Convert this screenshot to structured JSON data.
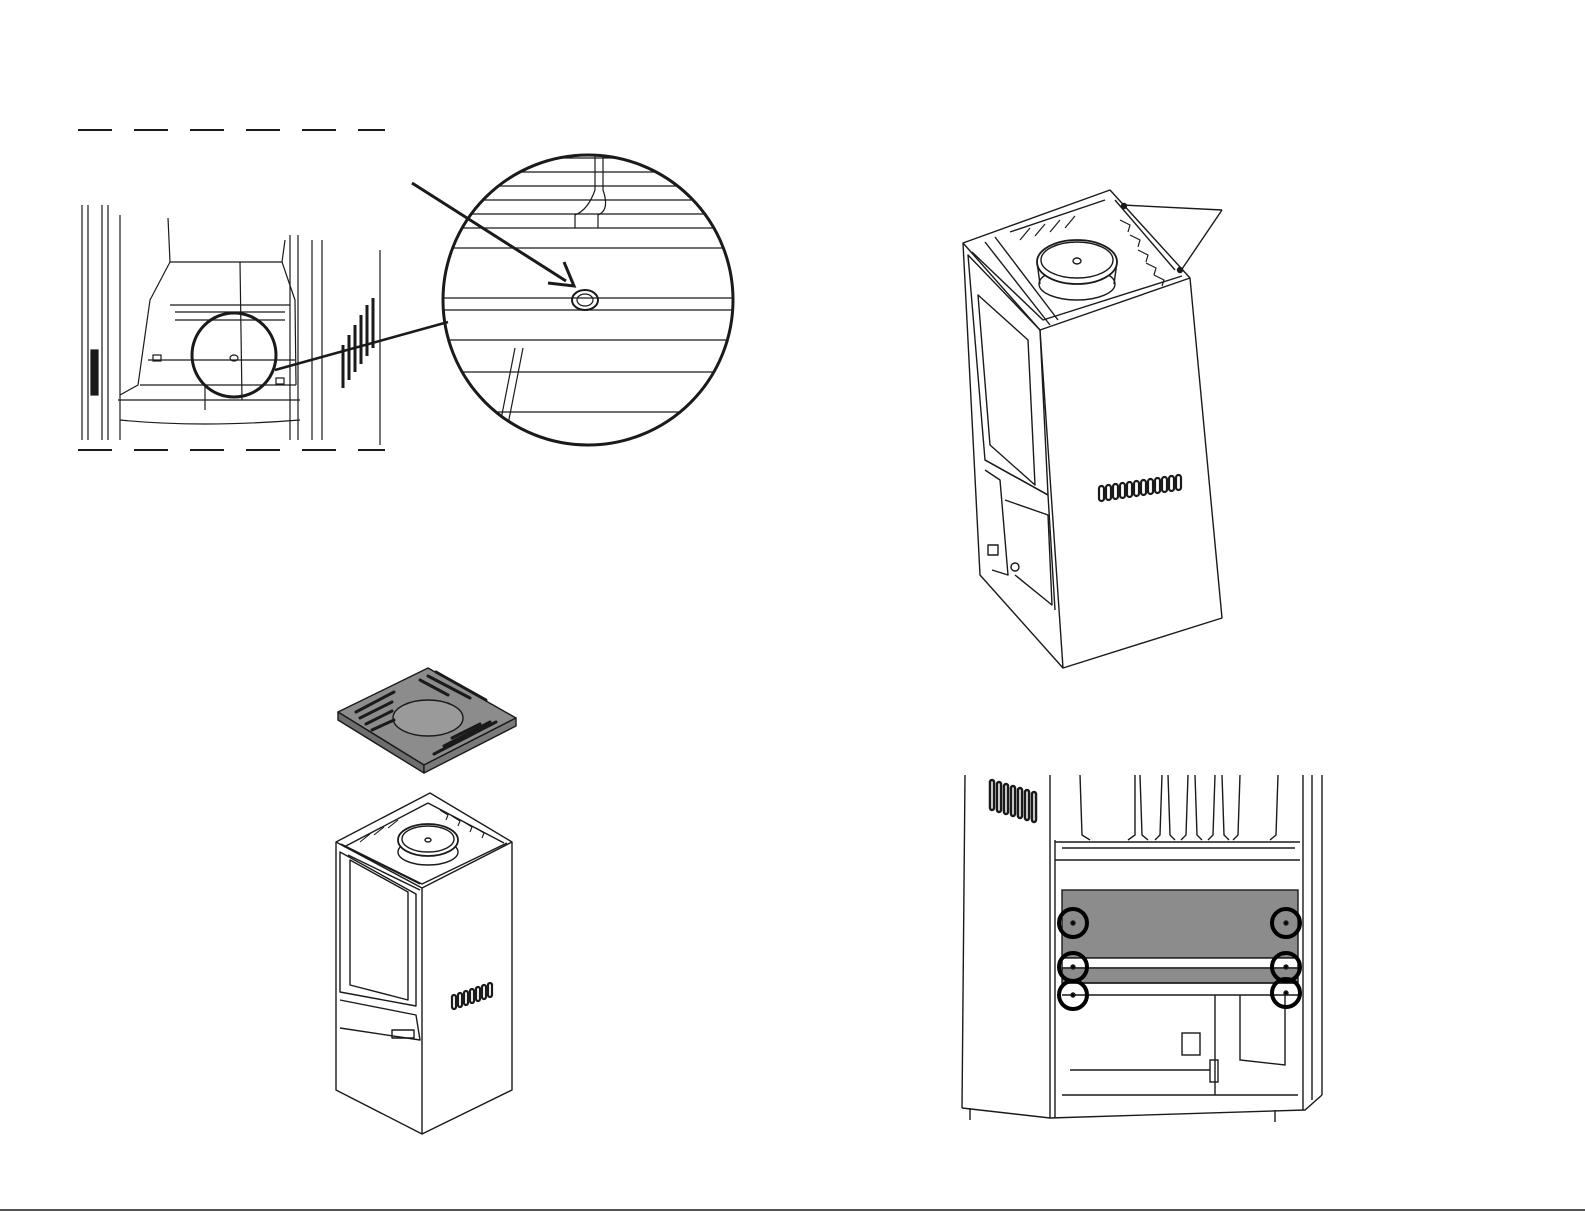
{
  "figure": {
    "stroke_color": "#1a1a1a",
    "panel_fill_color": "#8c8c8c",
    "marker_color": "#000000",
    "background_color": "#ffffff"
  },
  "figures": [
    {
      "name": "fig-firebox-detail",
      "labels": []
    },
    {
      "name": "fig-stove-tilted-top",
      "labels": []
    },
    {
      "name": "fig-stove-exploded-top-plate",
      "labels": []
    },
    {
      "name": "fig-stove-rear-panel-screws",
      "labels": []
    }
  ],
  "rear_panel": {
    "screw_markers_count_label": ""
  }
}
